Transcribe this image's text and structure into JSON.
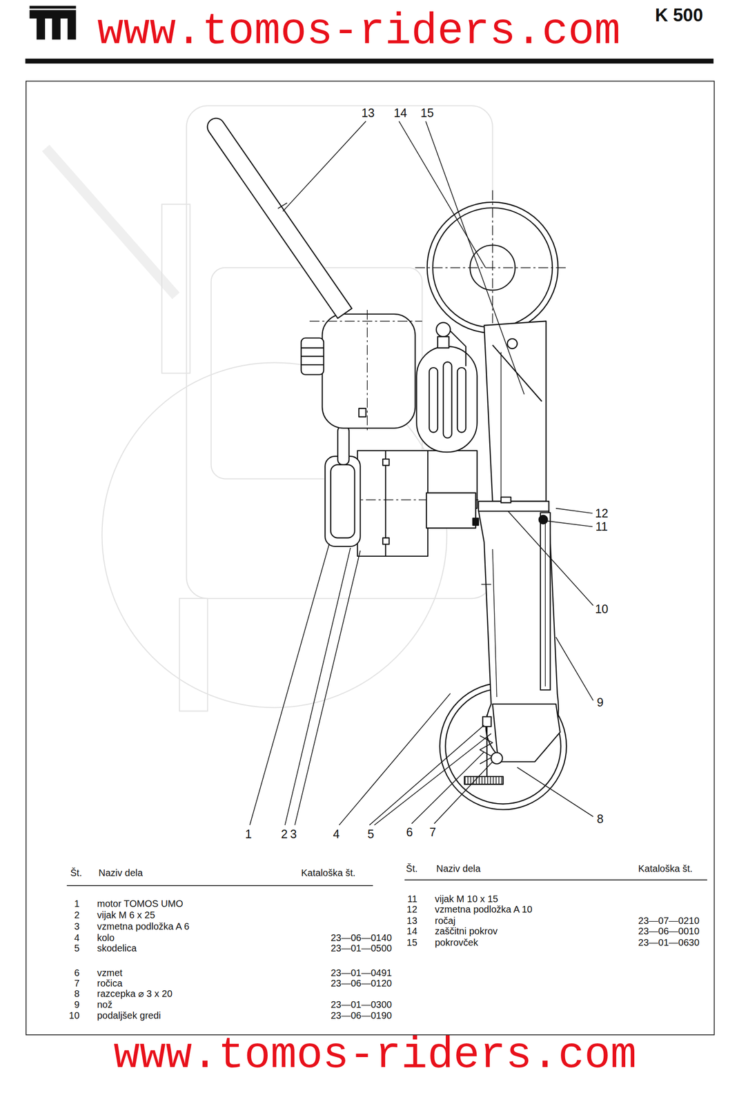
{
  "diagram": {
    "title": "K 500",
    "labels": [
      "www.tomos-riders.com",
      "13",
      "14",
      "15",
      "12",
      "11",
      "10",
      "9",
      "8",
      "1",
      "2",
      "3",
      "4",
      "5",
      "6",
      "7",
      "Št.",
      "Naziv dela",
      "Kataloška št.",
      "Št.",
      "Naziv dela",
      "Kataloška št.",
      "1",
      "2",
      "3",
      "4",
      "5",
      "6",
      "7",
      "8",
      "9",
      "10",
      "motor TOMOS UMO",
      "vijak M 6 x 25",
      "vzmetna podložka A 6",
      "kolo",
      "skodelica",
      "vzmet",
      "ročica",
      "razcepka ⌀ 3 x 20",
      "nož",
      "podaljšek gredi",
      "23—06—0140",
      "23—01—0500",
      "23—01—0491",
      "23—06—0120",
      "23—01—0300",
      "23—06—0190",
      "11",
      "12",
      "13",
      "14",
      "15",
      "vijak M 10 x 15",
      "vzmetna podložka A 10",
      "ročaj",
      "zaščitni pokrov",
      "pokrovček",
      "23—07—0210",
      "23—06—0010",
      "23—01—0630",
      "www.tomos-riders.com"
    ]
  }
}
